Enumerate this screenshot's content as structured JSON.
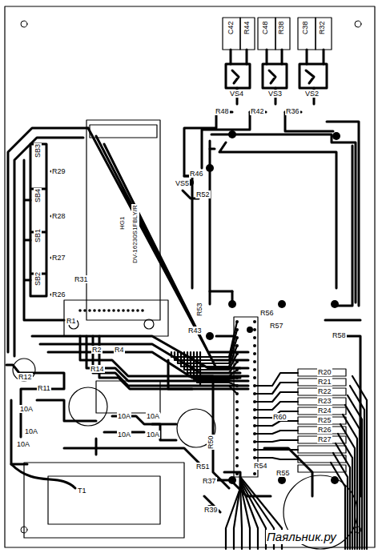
{
  "diagram": {
    "labels": [
      "C42",
      "R44",
      "C48",
      "R38",
      "C38",
      "R32",
      "VS4",
      "VS3",
      "VS2",
      "R48",
      "R42",
      "R36",
      "R46",
      "VS5",
      "R52",
      "SB3",
      "SB4",
      "SB1",
      "SB2",
      "R29",
      "R28",
      "R27",
      "R26",
      "HG1",
      "DV-16230S1FBLY/R",
      "R31",
      "R1",
      "R53",
      "R43",
      "R56",
      "R57",
      "R58",
      "R12",
      "R11",
      "R14",
      "R2",
      "R4",
      "10A",
      "10A",
      "10A",
      "10A",
      "10A",
      "10A",
      "10A",
      "R60",
      "R50",
      "R51",
      "R54",
      "R55",
      "R37",
      "R39",
      "T1",
      "R20",
      "R21",
      "R22",
      "R23",
      "R24",
      "R25",
      "R26",
      "R27",
      "Паяльник.ру"
    ]
  }
}
